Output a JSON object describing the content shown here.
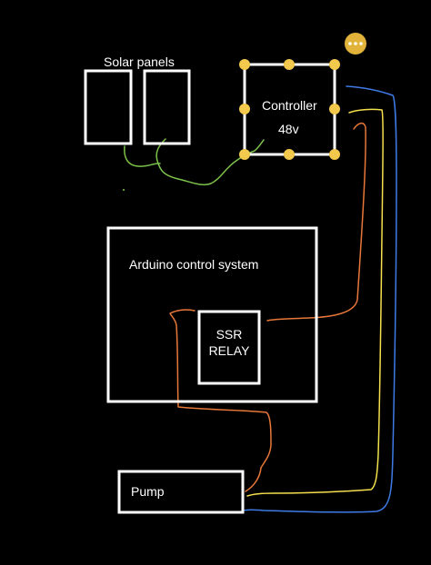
{
  "labels": {
    "solar_panels": "Solar panels",
    "controller": "Controller",
    "controller_voltage": "48v",
    "arduino": "Arduino control system",
    "ssr_line1": "SSR",
    "ssr_line2": "RELAY",
    "pump": "Pump"
  },
  "colors": {
    "background": "#000000",
    "box_outline": "#ffffff",
    "text": "#ffffff",
    "handle": "#f2c94c",
    "wire_green": "#7cc24a",
    "wire_orange": "#e8773a",
    "wire_yellow": "#f4e04d",
    "wire_blue": "#3f7be6",
    "menu_button": "#e2b33b"
  },
  "menu": {
    "icon": "more-options-icon"
  }
}
